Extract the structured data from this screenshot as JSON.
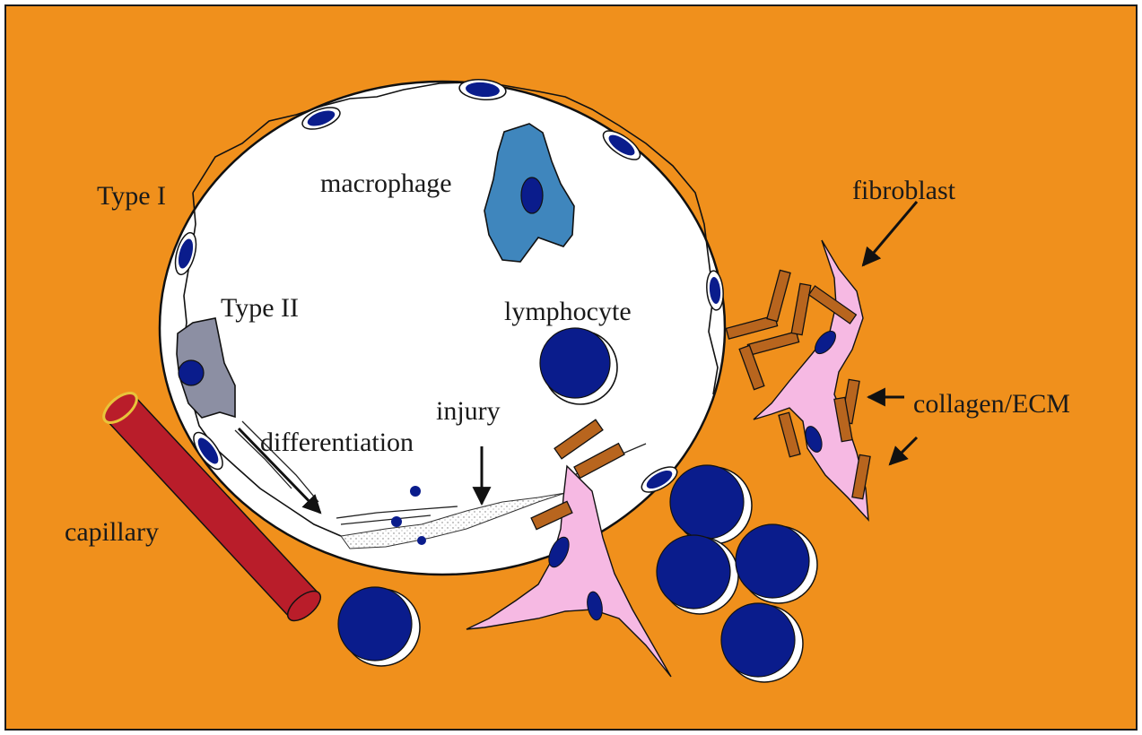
{
  "labels": {
    "type_i": "Type I",
    "type_ii": "Type II",
    "macrophage": "macrophage",
    "lymphocyte": "lymphocyte",
    "fibroblast": "fibroblast",
    "collagen": "collagen/ECM",
    "injury": "injury",
    "differentiation": "differentiation",
    "capillary": "capillary"
  },
  "colors": {
    "background": "#f0901c",
    "frame": "#1a1a1a",
    "alveolus_fill": "#ffffff",
    "nucleus": "#0a1c8c",
    "macrophage": "#3f86bd",
    "type_ii_cell": "#8c8fa3",
    "fibroblast": "#f6b9e3",
    "collagen": "#b8651e",
    "capillary": "#b91d2a",
    "capillary_rim": "#e8c43a",
    "label_text": "#1a1a1a"
  }
}
